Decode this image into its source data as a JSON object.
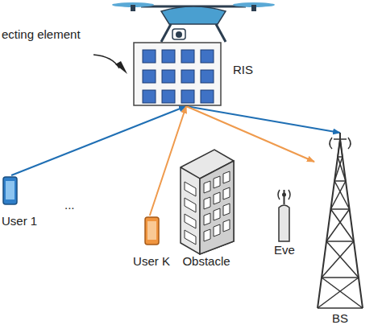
{
  "diagram": {
    "nodes": [
      {
        "text": [
          "RIS"
        ]
      },
      {
        "text": [
          "User 1"
        ]
      },
      {
        "text": [
          "User K"
        ]
      },
      {
        "text": [
          "Obstacle"
        ]
      },
      {
        "text": [
          "Eve"
        ]
      },
      {
        "text": [
          "BS"
        ]
      }
    ],
    "edges": [
      {
        "from": 1,
        "to": 0,
        "arrow": "to"
      },
      {
        "from": 0,
        "to": 5,
        "arrow": "to"
      },
      {
        "from": 2,
        "to": 0,
        "arrow": "to"
      },
      {
        "from": 0,
        "to": 5,
        "arrow": "to"
      }
    ],
    "labels": [
      "ecting element",
      "..."
    ]
  }
}
